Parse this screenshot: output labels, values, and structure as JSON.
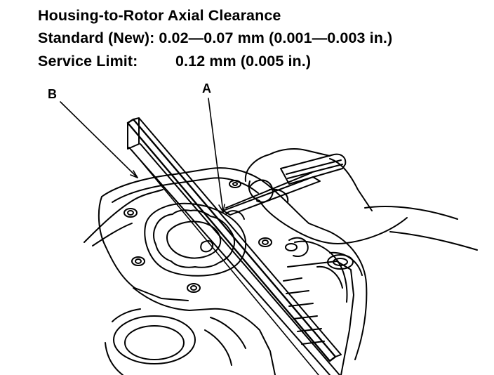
{
  "spec": {
    "title": "Housing-to-Rotor Axial Clearance",
    "standard_label": "Standard (New):",
    "standard_value": "0.02—0.07 mm (0.001—0.003 in.)",
    "limit_label": "Service Limit:",
    "limit_value": "0.12 mm (0.005 in.)"
  },
  "callouts": {
    "a": "A",
    "b": "B"
  }
}
